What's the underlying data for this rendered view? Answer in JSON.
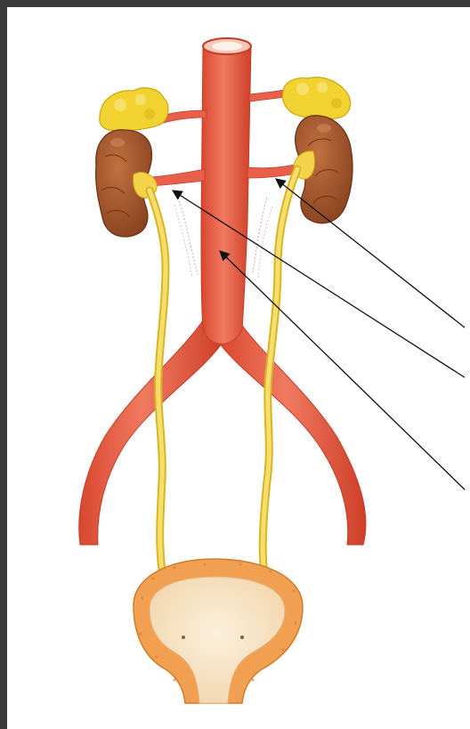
{
  "figure": {
    "subject": "urinary-system-anatomy",
    "structures": [
      "adrenal-gland-left",
      "adrenal-gland-right",
      "kidney-left",
      "kidney-right",
      "aorta",
      "renal-artery-left",
      "renal-artery-right",
      "common-iliac-artery-left",
      "common-iliac-artery-right",
      "ureter-left",
      "ureter-right",
      "urinary-bladder"
    ],
    "pointer_lines": 3,
    "labels_shown": []
  },
  "colors": {
    "frame": "#3a3a3a",
    "background": "#ffffff",
    "artery": "#e8604a",
    "artery_dark": "#c9432f",
    "kidney": "#a8582a",
    "kidney_dark": "#7e3c18",
    "adrenal": "#f2d230",
    "ureter": "#f4d24a",
    "bladder_wall": "#f0a050",
    "bladder_inner": "#f8e6c8",
    "pointer": "#111111"
  }
}
